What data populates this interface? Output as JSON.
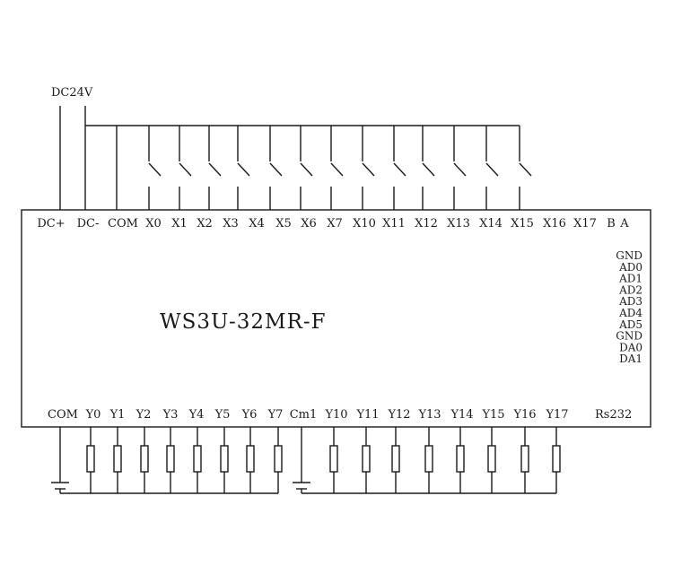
{
  "supply_label": "DC24V",
  "model": "WS3U-32MR-F",
  "top_terminals": [
    "DC+",
    "DC-",
    "COM",
    "X0",
    "X1",
    "X2",
    "X3",
    "X4",
    "X5",
    "X6",
    "X7",
    "X10",
    "X11",
    "X12",
    "X13",
    "X14",
    "X15",
    "X16",
    "X17",
    "B",
    "A"
  ],
  "analog_terminals": [
    "GND",
    "AD0",
    "AD1",
    "AD2",
    "AD3",
    "AD4",
    "AD5",
    "GND",
    "DA0",
    "DA1"
  ],
  "bottom_terminals_group1": [
    "COM",
    "Y0",
    "Y1",
    "Y2",
    "Y3",
    "Y4",
    "Y5",
    "Y6",
    "Y7"
  ],
  "bottom_terminals_group2": [
    "Cm1",
    "Y10",
    "Y11",
    "Y12",
    "Y13",
    "Y14",
    "Y15",
    "Y16",
    "Y17"
  ],
  "rs232_label": "Rs232",
  "colors": {
    "line": "#1a1a1a",
    "background": "#ffffff"
  }
}
